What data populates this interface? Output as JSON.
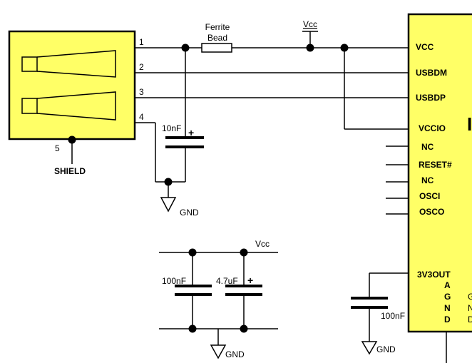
{
  "colors": {
    "body_fill": "#ffff66",
    "line": "#000000"
  },
  "connector": {
    "pins": [
      "1",
      "2",
      "3",
      "4"
    ],
    "shield_pin": "5",
    "shield_label": "SHIELD"
  },
  "ferrite": {
    "line1": "Ferrite",
    "line2": "Bead"
  },
  "vcc_top": "Vcc",
  "cap_10nf": {
    "value": "10nF",
    "polarity": "+"
  },
  "gnd_labels": [
    "GND",
    "GND",
    "GND"
  ],
  "decoupling": {
    "vcc": "Vcc",
    "cap1": "100nF",
    "cap2": "4.7uF",
    "cap2_polarity": "+"
  },
  "cap_3v3": "100nF",
  "ic": {
    "pins": [
      "VCC",
      "USBDM",
      "USBDP",
      "VCCIO",
      "NC",
      "RESET#",
      "NC",
      "OSCI",
      "OSCO",
      "3V3OUT"
    ],
    "agnd": [
      "A",
      "G",
      "N",
      "D"
    ],
    "cut_col": [
      "G",
      "N",
      "D"
    ],
    "cut_edge": "I"
  }
}
